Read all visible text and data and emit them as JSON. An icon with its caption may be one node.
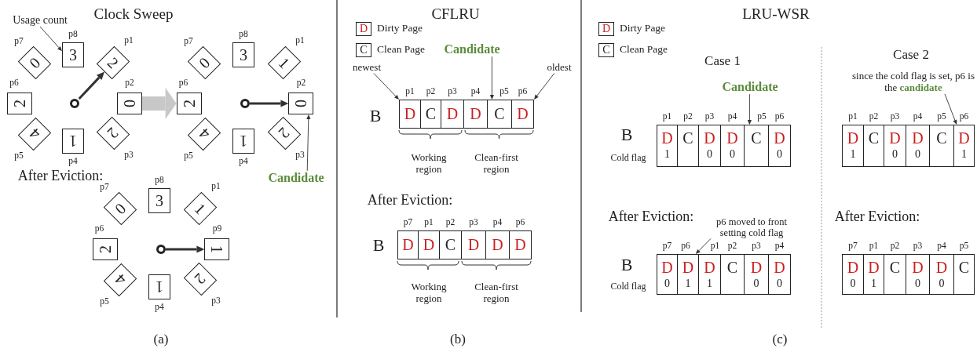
{
  "diagram": {
    "nodes": [
      {
        "text": [
          "Usage count"
        ]
      },
      {
        "text": [],
        "shape": "circle"
      },
      {
        "text": [
          "3"
        ],
        "beside": [
          "p8"
        ]
      },
      {
        "text": [
          "2"
        ],
        "beside": [
          "p1"
        ]
      },
      {
        "text": [
          "0"
        ],
        "beside": [
          "p2"
        ]
      },
      {
        "text": [
          "2"
        ],
        "beside": [
          "p3"
        ]
      },
      {
        "text": [
          "1"
        ],
        "beside": [
          "p4"
        ]
      },
      {
        "text": [
          "4"
        ],
        "beside": [
          "p5"
        ]
      },
      {
        "text": [
          "2"
        ],
        "beside": [
          "p6"
        ]
      },
      {
        "text": [
          "0"
        ],
        "beside": [
          "p7"
        ]
      },
      {
        "text": [],
        "shape": "circle"
      },
      {
        "text": [
          "3"
        ],
        "beside": [
          "p8"
        ]
      },
      {
        "text": [
          "1"
        ],
        "beside": [
          "p1"
        ]
      },
      {
        "text": [
          "0"
        ],
        "beside": [
          "p2"
        ]
      },
      {
        "text": [
          "2"
        ],
        "beside": [
          "p3"
        ]
      },
      {
        "text": [
          "1"
        ],
        "beside": [
          "p4"
        ]
      },
      {
        "text": [
          "4"
        ],
        "beside": [
          "p5"
        ]
      },
      {
        "text": [
          "2"
        ],
        "beside": [
          "p6"
        ]
      },
      {
        "text": [
          "0"
        ],
        "beside": [
          "p7"
        ]
      },
      {
        "text": [
          "Candidate"
        ]
      },
      {
        "text": [],
        "shape": "circle"
      },
      {
        "text": [
          "3"
        ],
        "beside": [
          "p8"
        ]
      },
      {
        "text": [
          "1"
        ],
        "beside": [
          "p1"
        ]
      },
      {
        "text": [
          "1"
        ],
        "beside": [
          "p9"
        ]
      },
      {
        "text": [
          "2"
        ],
        "beside": [
          "p3"
        ]
      },
      {
        "text": [
          "1"
        ],
        "beside": [
          "p4"
        ]
      },
      {
        "text": [
          "4"
        ],
        "beside": [
          "p5"
        ]
      },
      {
        "text": [
          "2"
        ],
        "beside": [
          "p6"
        ]
      },
      {
        "text": [
          "0"
        ],
        "beside": [
          "p7"
        ]
      },
      {
        "text": [
          "D"
        ],
        "beside": [
          "Dirty Page"
        ]
      },
      {
        "text": [
          "C"
        ],
        "beside": [
          "Clean Page"
        ]
      },
      {
        "text": [
          "Candidate"
        ]
      },
      {
        "text": [
          "newest"
        ]
      },
      {
        "text": [
          "oldest"
        ]
      },
      {
        "text": [
          "D"
        ],
        "beside": [
          "p1"
        ]
      },
      {
        "text": [
          "C"
        ],
        "beside": [
          "p2"
        ]
      },
      {
        "text": [
          "D"
        ],
        "beside": [
          "p3"
        ]
      },
      {
        "text": [
          "D"
        ],
        "beside": [
          "p4"
        ]
      },
      {
        "text": [
          "C"
        ],
        "beside": [
          "p5"
        ]
      },
      {
        "text": [
          "D"
        ],
        "beside": [
          "p6"
        ]
      },
      {
        "text": [
          "D"
        ],
        "beside": [
          "p7"
        ]
      },
      {
        "text": [
          "D"
        ],
        "beside": [
          "p1"
        ]
      },
      {
        "text": [
          "C"
        ],
        "beside": [
          "p2"
        ]
      },
      {
        "text": [
          "D"
        ],
        "beside": [
          "p3"
        ]
      },
      {
        "text": [
          "D"
        ],
        "beside": [
          "p4"
        ]
      },
      {
        "text": [
          "D"
        ],
        "beside": [
          "p6"
        ]
      },
      {
        "text": [
          "D"
        ],
        "beside": [
          "Dirty Page"
        ]
      },
      {
        "text": [
          "C"
        ],
        "beside": [
          "Clean Page"
        ]
      },
      {
        "text": [
          "Candidate"
        ]
      },
      {
        "text": [
          "since the cold flag is set, p6 is the **candidate**"
        ]
      },
      {
        "text": [
          "D",
          "1"
        ],
        "beside": [
          "p1"
        ]
      },
      {
        "text": [
          "C"
        ],
        "beside": [
          "p2"
        ]
      },
      {
        "text": [
          "D",
          "0"
        ],
        "beside": [
          "p3"
        ]
      },
      {
        "text": [
          "D",
          "0"
        ],
        "beside": [
          "p4"
        ]
      },
      {
        "text": [
          "C"
        ],
        "beside": [
          "p5"
        ]
      },
      {
        "text": [
          "D",
          "0"
        ],
        "beside": [
          "p6"
        ]
      },
      {
        "text": [
          "D",
          "1"
        ],
        "beside": [
          "p1"
        ]
      },
      {
        "text": [
          "C"
        ],
        "beside": [
          "p2"
        ]
      },
      {
        "text": [
          "D",
          "0"
        ],
        "beside": [
          "p3"
        ]
      },
      {
        "text": [
          "D",
          "0"
        ],
        "beside": [
          "p4"
        ]
      },
      {
        "text": [
          "C"
        ],
        "beside": [
          "p5"
        ]
      },
      {
        "text": [
          "D",
          "1"
        ],
        "beside": [
          "p6"
        ]
      },
      {
        "text": [
          "p6 moved to front setting cold flag"
        ]
      },
      {
        "text": [
          "D",
          "0"
        ],
        "beside": [
          "p7"
        ]
      },
      {
        "text": [
          "D",
          "1"
        ],
        "beside": [
          "p6"
        ]
      },
      {
        "text": [
          "D",
          "1"
        ],
        "beside": [
          "p1"
        ]
      },
      {
        "text": [
          "C"
        ],
        "beside": [
          "p2"
        ]
      },
      {
        "text": [
          "D",
          "0"
        ],
        "beside": [
          "p3"
        ]
      },
      {
        "text": [
          "D",
          "0"
        ],
        "beside": [
          "p4"
        ]
      },
      {
        "text": [
          "D",
          "0"
        ],
        "beside": [
          "p7"
        ]
      },
      {
        "text": [
          "D",
          "1"
        ],
        "beside": [
          "p1"
        ]
      },
      {
        "text": [
          "C"
        ],
        "beside": [
          "p2"
        ]
      },
      {
        "text": [
          "D",
          "0"
        ],
        "beside": [
          "p3"
        ]
      },
      {
        "text": [
          "D",
          "0"
        ],
        "beside": [
          "p4"
        ]
      },
      {
        "text": [
          "C"
        ],
        "beside": [
          "p5"
        ]
      }
    ],
    "edges": [
      {
        "from": 0,
        "to": 2,
        "arrow": "to"
      },
      {
        "from": 1,
        "to": 3,
        "arrow": "to",
        "style": "thick"
      },
      {
        "from": 4,
        "to": 17,
        "arrow": "to",
        "style": "thick",
        "color": "#c8c8c8"
      },
      {
        "from": 10,
        "to": 13,
        "arrow": "to",
        "style": "thick"
      },
      {
        "from": 19,
        "to": 13,
        "arrow": "to"
      },
      {
        "from": 20,
        "to": 23,
        "arrow": "to",
        "style": "thick"
      },
      {
        "from": 32,
        "to": 34,
        "arrow": "to"
      },
      {
        "from": 31,
        "to": 38,
        "arrow": "to"
      },
      {
        "from": 33,
        "to": 39,
        "arrow": "to"
      },
      {
        "from": 48,
        "to": 54,
        "arrow": "to"
      },
      {
        "from": 49,
        "to": 61,
        "arrow": "to"
      },
      {
        "from": 62,
        "to": 64,
        "arrow": "to"
      }
    ],
    "labels": [
      "Clock Sweep",
      "After Eviction:",
      "(a)",
      "CFLRU",
      "B",
      "Working region",
      "Clean-first region",
      "After Eviction:",
      "B",
      "Working region",
      "Clean-first region",
      "(b)",
      "LRU-WSR",
      "Case 1",
      "Case 2",
      "B",
      "Cold flag",
      "After Eviction:",
      "After Eviction:",
      "B",
      "Cold flag",
      "(c)"
    ]
  }
}
